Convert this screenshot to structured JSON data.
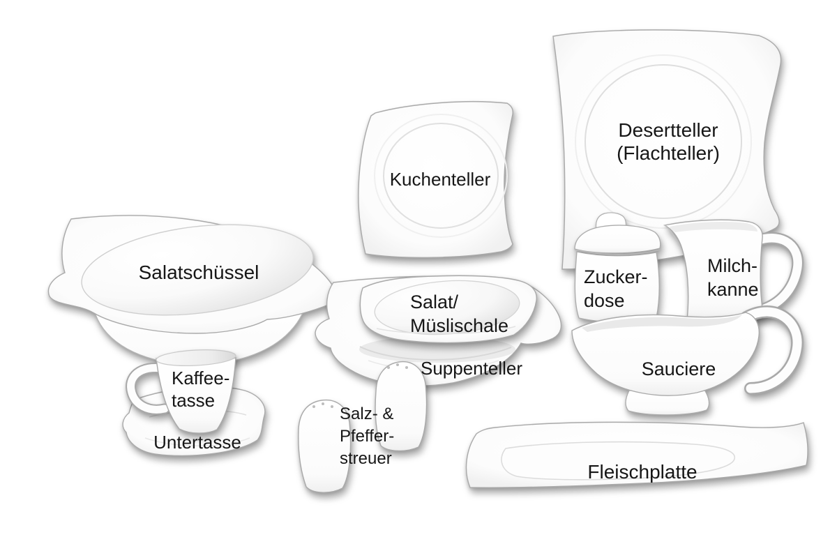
{
  "scene": {
    "description_colors": {
      "background": "#ffffff",
      "porcelain": "#fdfdfd",
      "porcelain_shade": "#e3e3e3",
      "outline": "#a9a9a9",
      "label_text": "#161616"
    }
  },
  "labels": {
    "kuchenteller": "Kuchenteller",
    "desertteller_line1": "Desertteller",
    "desertteller_line2": "(Flachteller)",
    "salatschuessel": "Salatschüssel",
    "salat_muesli_line1": "Salat/",
    "salat_muesli_line2": "Müslischale",
    "suppenteller": "Suppenteller",
    "zuckerdose_line1": "Zucker-",
    "zuckerdose_line2": "dose",
    "milchkanne_line1": "Milch-",
    "milchkanne_line2": "kanne",
    "sauciere": "Sauciere",
    "kaffeetasse_line1": "Kaffee-",
    "kaffeetasse_line2": "tasse",
    "untertasse": "Untertasse",
    "salz_pfeffer_line1": "Salz- &",
    "salz_pfeffer_line2": "Pfeffer-",
    "salz_pfeffer_line3": "streuer",
    "fleischplatte": "Fleischplatte"
  }
}
